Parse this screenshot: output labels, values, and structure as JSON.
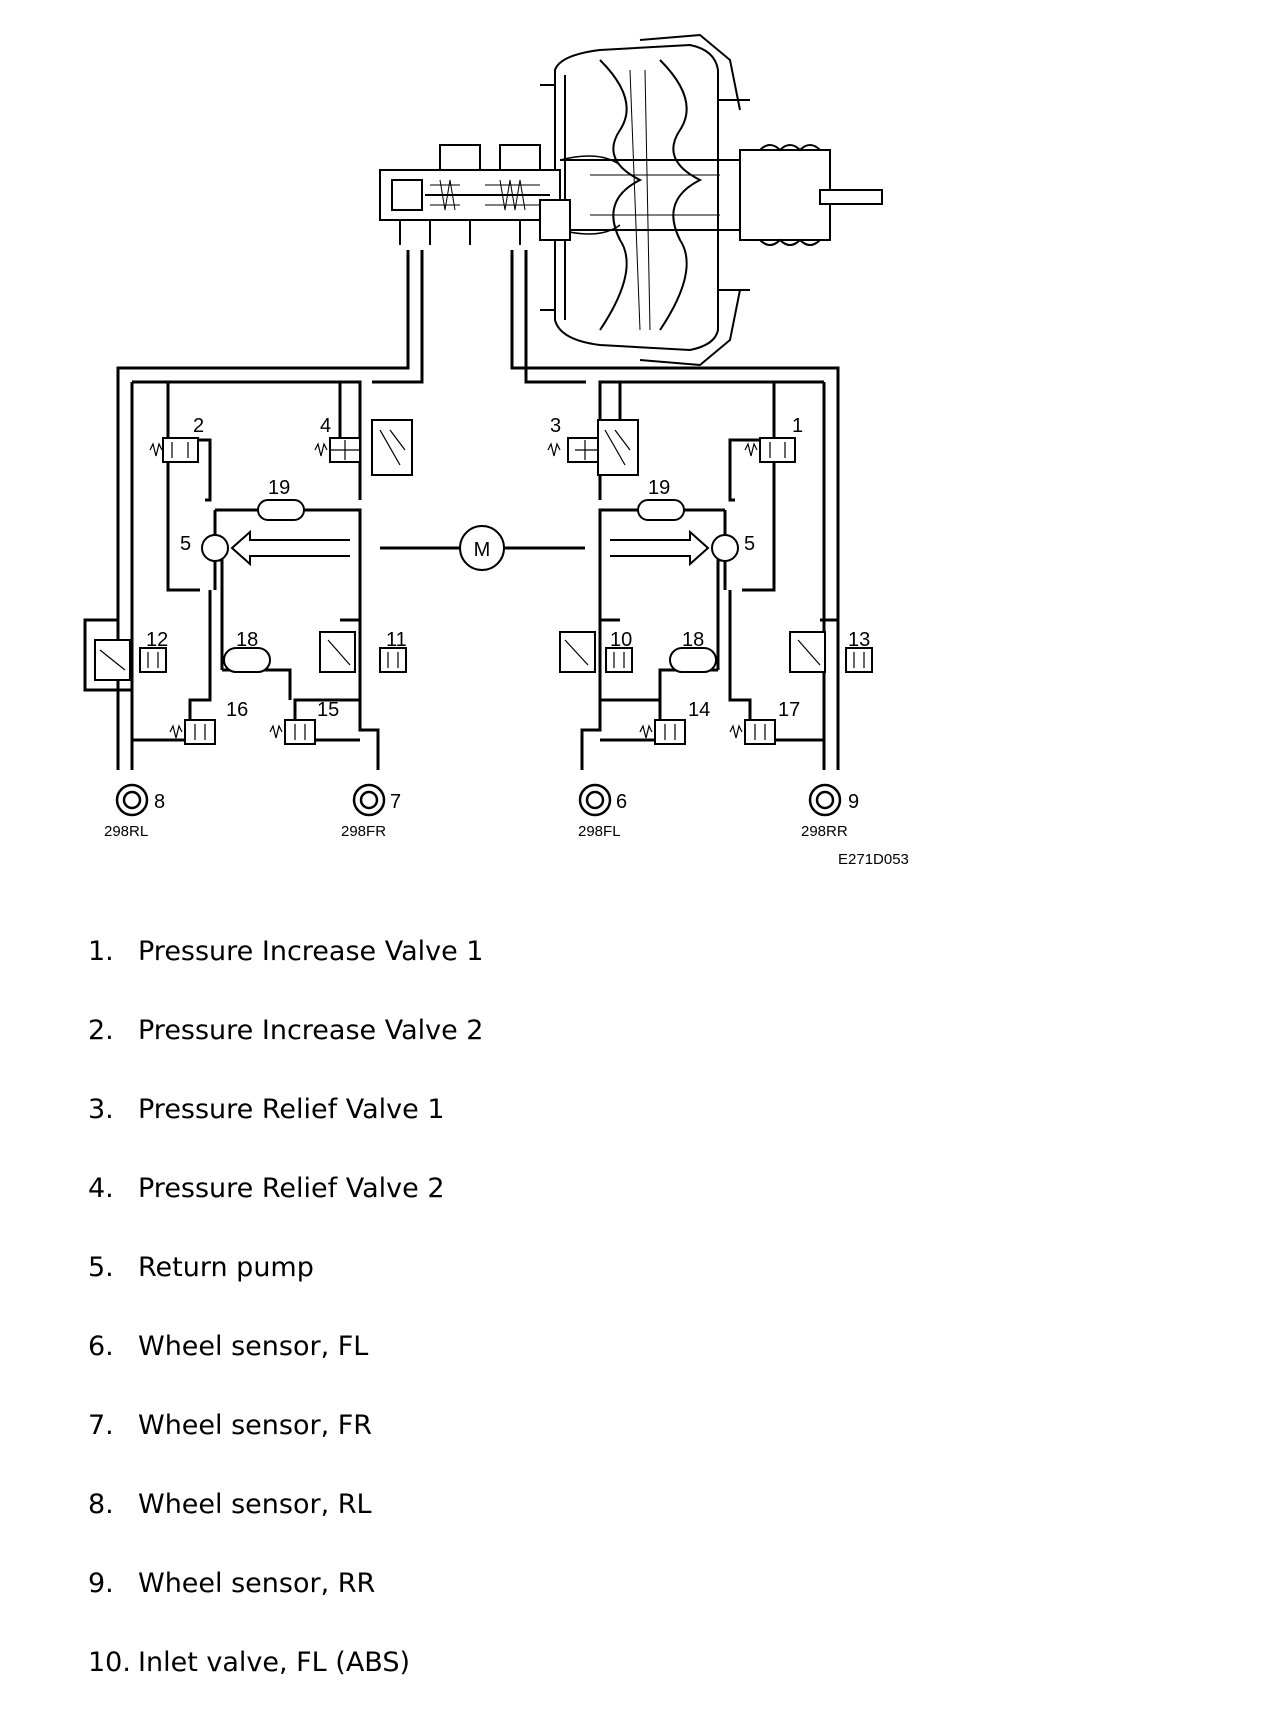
{
  "diagram": {
    "code": "E271D053",
    "motor_label": "M",
    "numbers": {
      "n1": "1",
      "n2": "2",
      "n3": "3",
      "n4": "4",
      "n5a": "5",
      "n5b": "5",
      "n6": "6",
      "n7": "7",
      "n8": "8",
      "n9": "9",
      "n10": "10",
      "n11": "11",
      "n12": "12",
      "n13": "13",
      "n14": "14",
      "n15": "15",
      "n16": "16",
      "n17": "17",
      "n18a": "18",
      "n18b": "18",
      "n19a": "19",
      "n19b": "19"
    },
    "wheels": {
      "rl": "298RL",
      "fr": "298FR",
      "fl": "298FL",
      "rr": "298RR"
    }
  },
  "legend": [
    {
      "num": "1.",
      "text": "Pressure Increase Valve 1"
    },
    {
      "num": "2.",
      "text": "Pressure Increase Valve 2"
    },
    {
      "num": "3.",
      "text": "Pressure Relief Valve 1"
    },
    {
      "num": "4.",
      "text": "Pressure Relief Valve 2"
    },
    {
      "num": "5.",
      "text": "Return pump"
    },
    {
      "num": "6.",
      "text": "Wheel sensor, FL"
    },
    {
      "num": "7.",
      "text": "Wheel sensor, FR"
    },
    {
      "num": "8.",
      "text": "Wheel sensor, RL"
    },
    {
      "num": "9.",
      "text": "Wheel sensor, RR"
    },
    {
      "num": "10.",
      "text": "Inlet valve, FL (ABS)"
    }
  ]
}
